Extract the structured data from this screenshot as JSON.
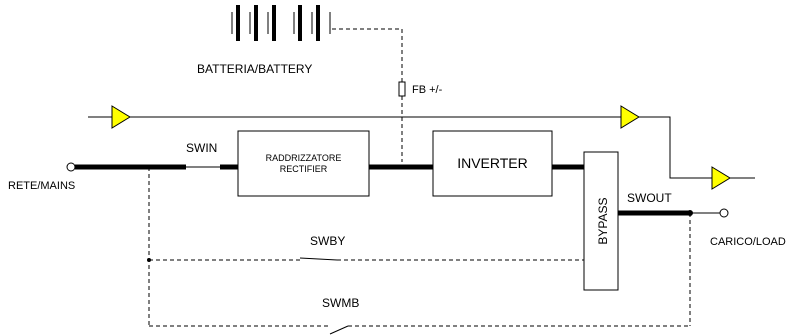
{
  "labels": {
    "battery": "BATTERIA/BATTERY",
    "fuse": "FB +/-",
    "mains": "RETE/MAINS",
    "swin": "SWIN",
    "rectifier_line1": "RADDRIZZATORE",
    "rectifier_line2": "RECTIFIER",
    "inverter": "INVERTER",
    "bypass": "BYPASS",
    "swout": "SWOUT",
    "load": "CARICO/LOAD",
    "swby": "SWBY",
    "swmb": "SWMB"
  },
  "colors": {
    "line": "#000000",
    "arrow_fill": "#ffff00"
  }
}
